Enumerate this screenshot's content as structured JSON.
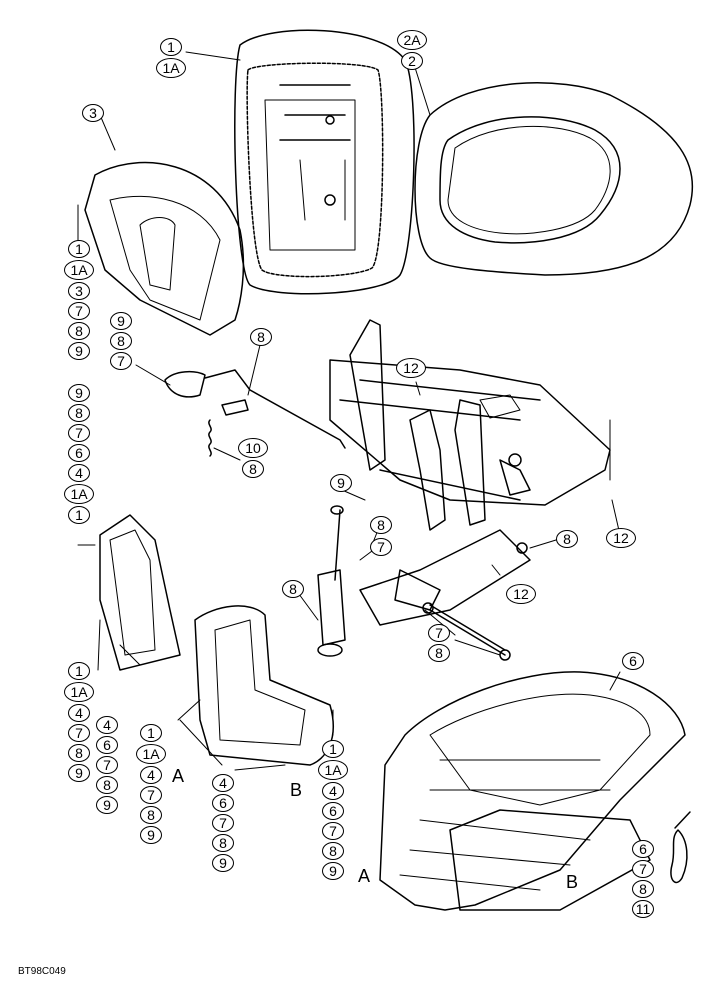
{
  "diagram": {
    "figure_code": "BT98C049",
    "reference_letters": {
      "a": "A",
      "b": "B"
    },
    "callouts": {
      "g1": [
        "1",
        "1A"
      ],
      "g2": [
        "2A",
        "2"
      ],
      "g3": [
        "3"
      ],
      "g4": [
        "1",
        "1A",
        "3",
        "7",
        "8",
        "9"
      ],
      "g5": [
        "9",
        "8",
        "7"
      ],
      "g6": [
        "8"
      ],
      "g7": [
        "10",
        "8"
      ],
      "g8": [
        "9",
        "8",
        "7",
        "6",
        "4",
        "1A",
        "1"
      ],
      "g9": [
        "12"
      ],
      "g10": [
        "9"
      ],
      "g11": [
        "8"
      ],
      "g12": [
        "7"
      ],
      "g13": [
        "8"
      ],
      "g14": [
        "8"
      ],
      "g15": [
        "12"
      ],
      "g16": [
        "12"
      ],
      "g17": [
        "7",
        "8"
      ],
      "g18": [
        "1",
        "1A",
        "4",
        "7",
        "8",
        "9"
      ],
      "g19": [
        "4",
        "6",
        "7",
        "8",
        "9"
      ],
      "g20": [
        "1",
        "1A",
        "4",
        "7",
        "8",
        "9"
      ],
      "g21": [
        "4",
        "6",
        "7",
        "8",
        "9"
      ],
      "g22": [
        "1",
        "1A",
        "4",
        "6",
        "7",
        "8",
        "9"
      ],
      "g23": [
        "6"
      ],
      "g24": [
        "6",
        "7",
        "8",
        "11"
      ]
    }
  }
}
